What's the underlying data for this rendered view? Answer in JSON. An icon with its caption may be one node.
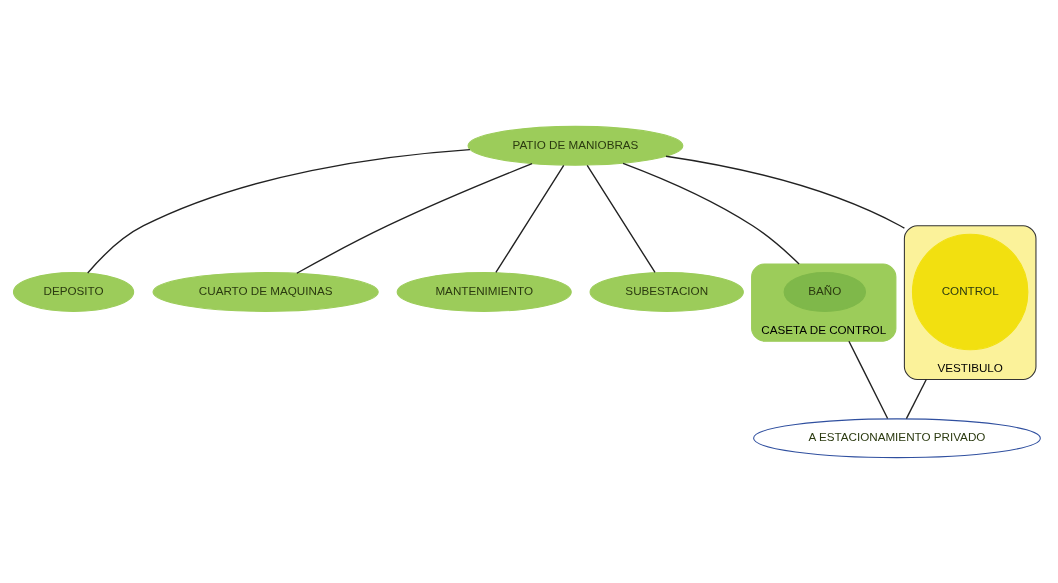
{
  "diagram": {
    "nodes": [
      {
        "text": [
          "PATIO DE MANIOBRAS"
        ]
      },
      {
        "text": [
          "DEPOSITO"
        ]
      },
      {
        "text": [
          "CUARTO DE MAQUINAS"
        ]
      },
      {
        "text": [
          "MANTENIMIENTO"
        ]
      },
      {
        "text": [
          "SUBESTACION"
        ]
      },
      {
        "text": [
          "CASETA DE CONTROL"
        ]
      },
      {
        "text": [
          "BAÑO"
        ],
        "in": 5
      },
      {
        "text": [
          "VESTIBULO"
        ]
      },
      {
        "text": [
          "CONTROL"
        ],
        "in": 7
      },
      {
        "text": [
          "A ESTACIONAMIENTO PRIVADO"
        ]
      }
    ],
    "edges": [
      {
        "from": 0,
        "to": 1,
        "arrow": "none"
      },
      {
        "from": 0,
        "to": 2,
        "arrow": "none"
      },
      {
        "from": 0,
        "to": 3,
        "arrow": "none"
      },
      {
        "from": 0,
        "to": 4,
        "arrow": "none"
      },
      {
        "from": 0,
        "to": 5,
        "arrow": "none"
      },
      {
        "from": 0,
        "to": 7,
        "arrow": "none"
      },
      {
        "from": 5,
        "to": 9,
        "arrow": "none"
      },
      {
        "from": 7,
        "to": 9,
        "arrow": "none"
      }
    ]
  }
}
